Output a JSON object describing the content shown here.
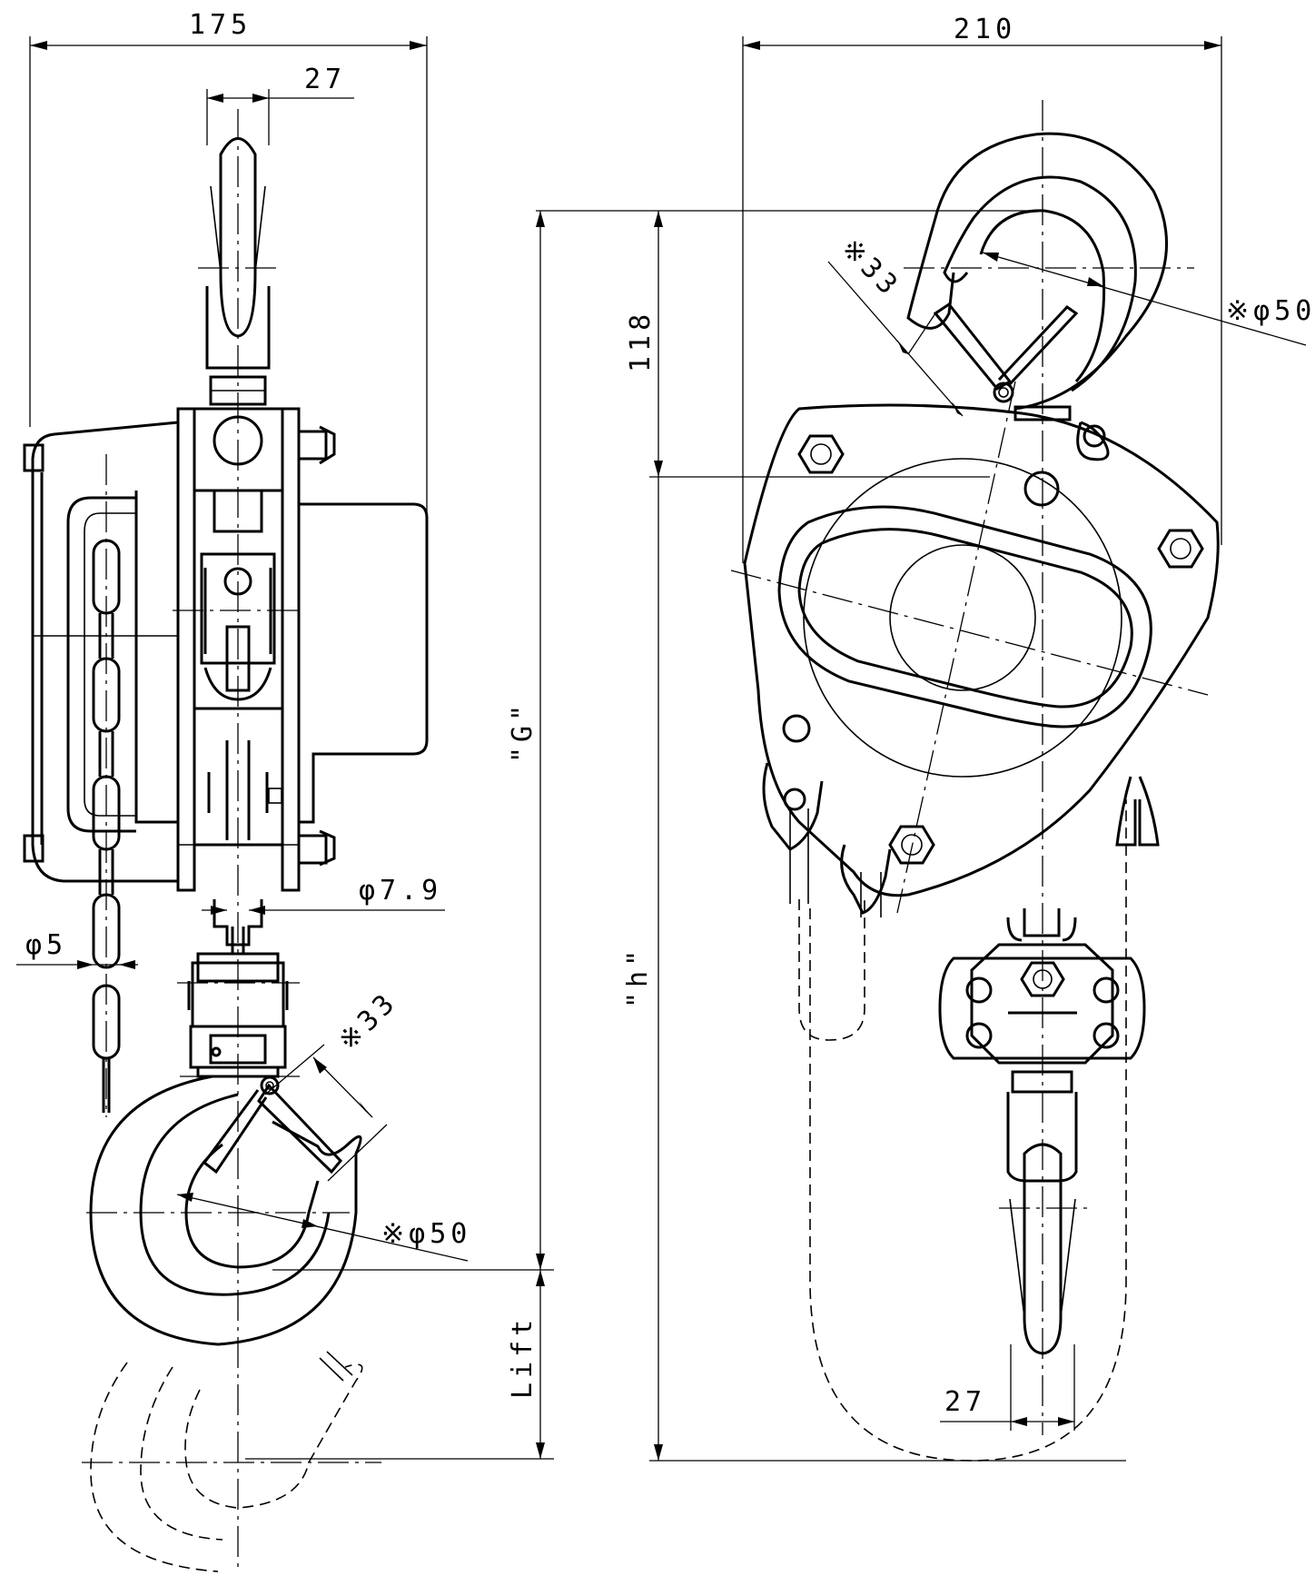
{
  "dimensions": {
    "width_total": "175",
    "hook_width_top": "27",
    "chain_load": "φ7.9",
    "chain_hand": "φ5",
    "hook_bottom_throat": "※33",
    "hook_bottom_dia": "※φ50",
    "lift": "Lift",
    "width_side": "210",
    "height_118": "118",
    "dim_G": "\"G\"",
    "dim_h": "\"h\"",
    "hook_top_throat": "※33",
    "hook_top_dia": "※φ50",
    "hook_width_bottom": "27"
  }
}
